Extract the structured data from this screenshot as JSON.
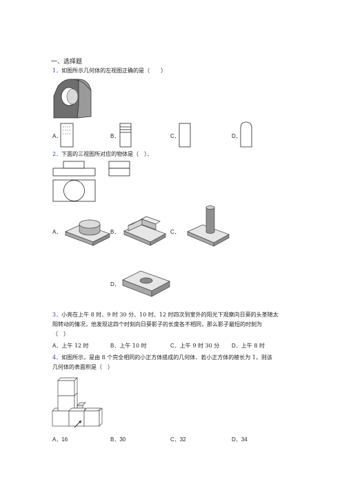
{
  "section_title": "一、选择题",
  "q1": {
    "number": "1．",
    "text": "如图所示几何体的左视图正确的是（　　）",
    "options": [
      "A．",
      "B．",
      "C．",
      "D．"
    ]
  },
  "q2": {
    "number": "2．",
    "text": "下面的三视图所对应的物体是（　）．",
    "options": [
      "A．",
      "B．",
      "C．",
      "D．"
    ]
  },
  "q3": {
    "number": "3．",
    "line1": "小亮在上午 8 时、9 时 30 分、10 时、12 时四次到室外的阳光下观察向日葵的头茎随太",
    "line2": "阳转动的情况，他发现这四个时刻向日葵影子的长度各不相同，那么影子最短的时刻为",
    "line3": "（　）",
    "options": [
      {
        "letter": "A．",
        "text": "上午 12 时"
      },
      {
        "letter": "B．",
        "text": "上午 10 时"
      },
      {
        "letter": "C．",
        "text": "上午 9 时 30 分"
      },
      {
        "letter": "D．",
        "text": "上午 8 时"
      }
    ]
  },
  "q4": {
    "number": "4．",
    "line1": "如图所示，是由 8 个完全相同的小正方体搭成的几何体．若小正方体的棱长为 1，则该",
    "line2": "几何体的表面积是（　）",
    "options": [
      {
        "letter": "A．",
        "text": "16"
      },
      {
        "letter": "B．",
        "text": "30"
      },
      {
        "letter": "C．",
        "text": "32"
      },
      {
        "letter": "D．",
        "text": "34"
      }
    ]
  }
}
